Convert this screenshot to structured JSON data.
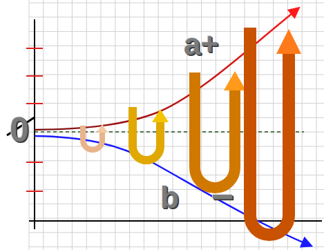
{
  "diagram": {
    "labels": [
      "0",
      "a+",
      "b",
      "−"
    ]
  }
}
